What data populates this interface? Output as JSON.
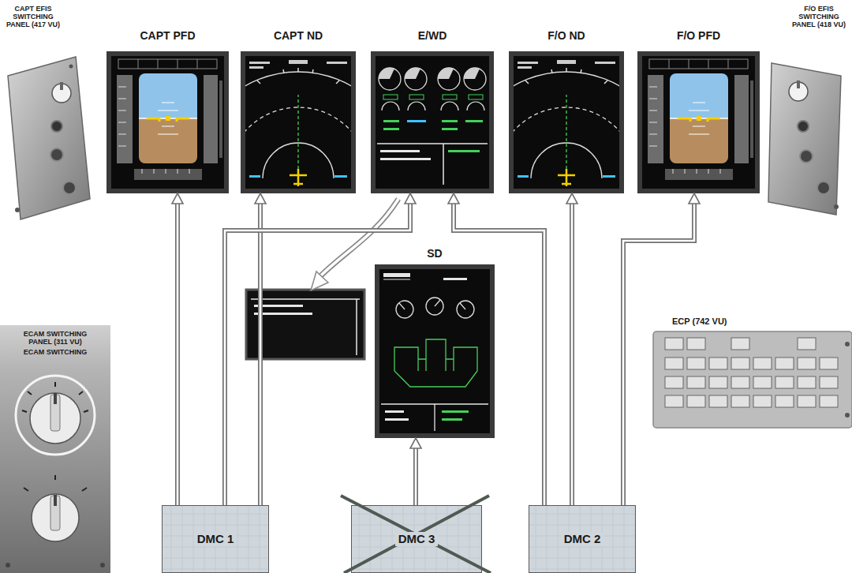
{
  "diagram": {
    "nodes": [
      {
        "text": [
          "CAPT EFIS SWITCHING PANEL (417 VU)"
        ]
      },
      {
        "text": [
          "CAPT PFD"
        ]
      },
      {
        "text": [
          "CAPT ND"
        ]
      },
      {
        "text": [
          "E/WD"
        ]
      },
      {
        "text": [
          "F/O ND"
        ]
      },
      {
        "text": [
          "F/O PFD"
        ]
      },
      {
        "text": [
          "F/O EFIS SWITCHING PANEL (418 VU)"
        ]
      },
      {
        "text": [
          "SD"
        ]
      },
      {
        "text": [
          "ECAM SWITCHING PANEL (311 VU)",
          "ECAM SWITCHING"
        ]
      },
      {
        "text": [
          "ECP (742 VU)"
        ]
      },
      {
        "text": [
          "DMC 1"
        ]
      },
      {
        "text": [
          "DMC 3"
        ]
      },
      {
        "text": [
          "DMC 2"
        ]
      }
    ],
    "edges": [
      {
        "from": 10,
        "to": 1,
        "arrow": "to"
      },
      {
        "from": 10,
        "to": 2,
        "arrow": "to"
      },
      {
        "from": 10,
        "to": 3,
        "arrow": "to"
      },
      {
        "from": 12,
        "to": 3,
        "arrow": "to"
      },
      {
        "from": 12,
        "to": 4,
        "arrow": "to"
      },
      {
        "from": 12,
        "to": 5,
        "arrow": "to"
      },
      {
        "from": 11,
        "to": 7,
        "arrow": "to"
      }
    ]
  }
}
